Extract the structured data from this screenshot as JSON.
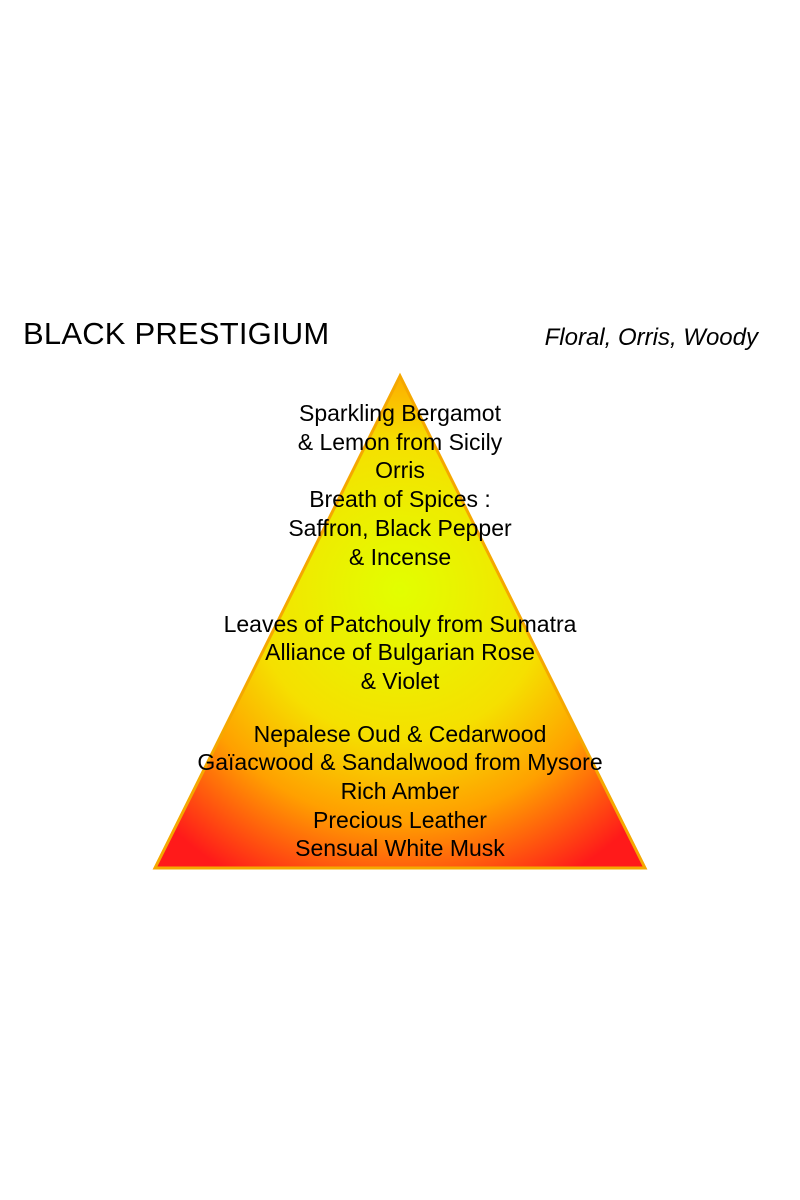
{
  "title": "BLACK PRESTIGIUM",
  "family": "Floral, Orris, Woody",
  "colors": {
    "center": "#e2ff00",
    "mid": "#ffb000",
    "edge": "#ff1a1a",
    "border": "#f5a800"
  },
  "top_notes": [
    "Sparkling Bergamot",
    "& Lemon from Sicily",
    "Orris",
    "Breath of Spices :",
    "Saffron, Black Pepper",
    "& Incense"
  ],
  "heart_notes": [
    "Leaves of Patchouly from Sumatra",
    "Alliance of Bulgarian Rose",
    "& Violet"
  ],
  "base_notes": [
    "Nepalese Oud & Cedarwood",
    "Gaïacwood & Sandalwood from Mysore",
    "Rich Amber",
    "Precious Leather",
    "Sensual White Musk"
  ]
}
